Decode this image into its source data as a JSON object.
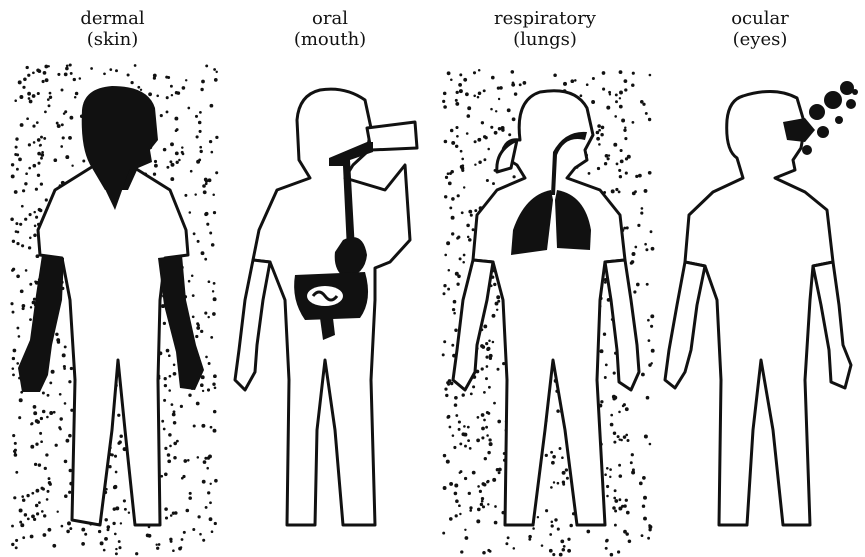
{
  "diagram": {
    "panels": [
      {
        "id": "dermal",
        "route": "dermal",
        "note": "(skin)",
        "dotted_background": true,
        "icon": "skin-silhouette"
      },
      {
        "id": "oral",
        "route": "oral",
        "note": "(mouth)",
        "dotted_background": false,
        "icon": "digestive-tract"
      },
      {
        "id": "respiratory",
        "route": "respiratory",
        "note": "(lungs)",
        "dotted_background": true,
        "icon": "lungs"
      },
      {
        "id": "ocular",
        "route": "ocular",
        "note": "(eyes)",
        "dotted_background": false,
        "icon": "eye-splash"
      }
    ],
    "colors": {
      "ink": "#111111",
      "paper": "#ffffff"
    }
  }
}
